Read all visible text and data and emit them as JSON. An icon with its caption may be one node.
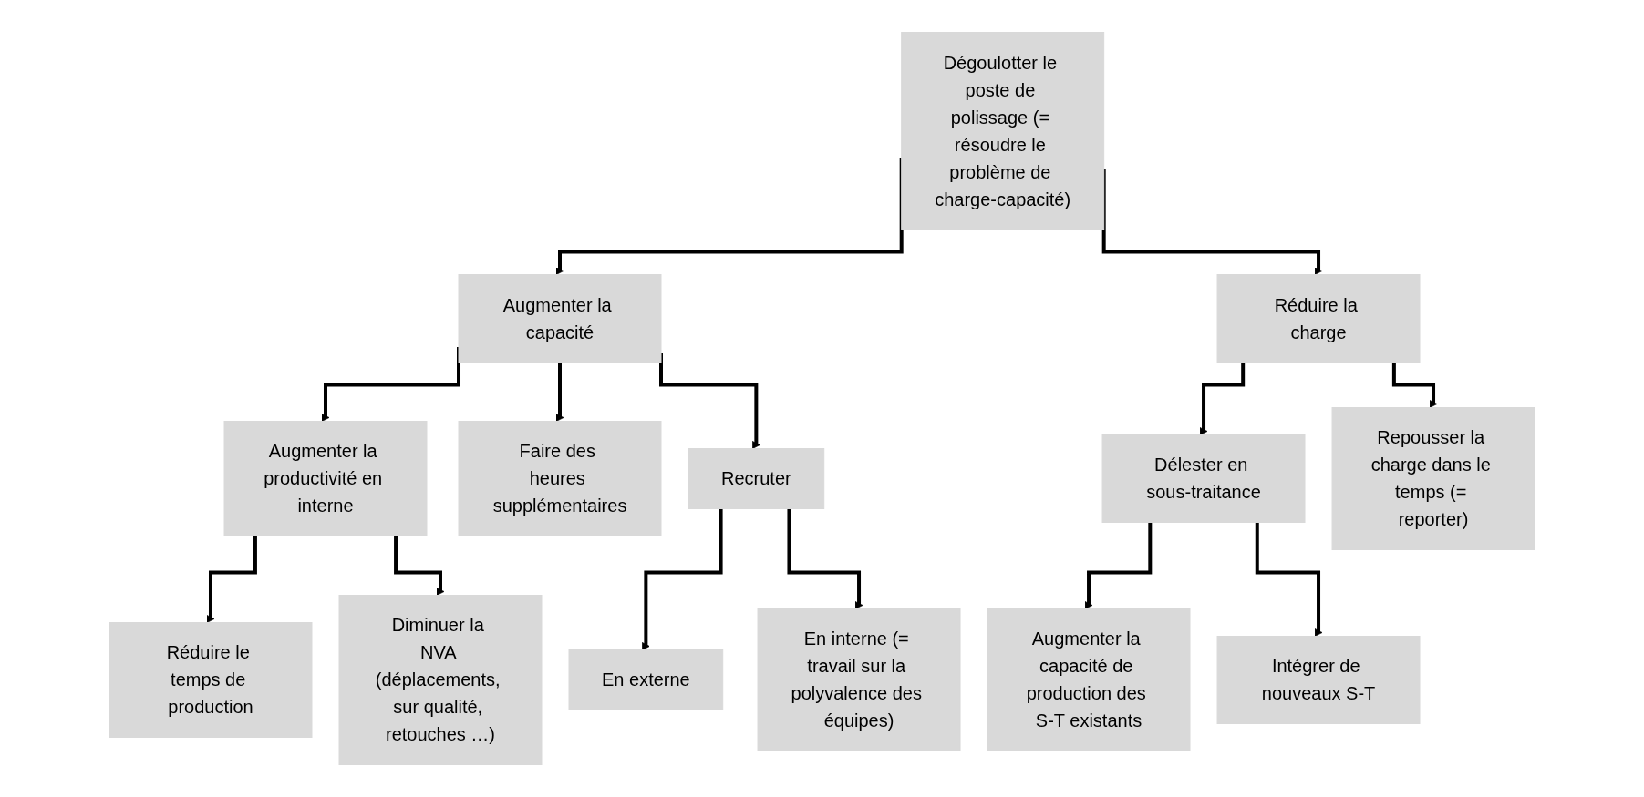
{
  "diagram": {
    "nodes": [
      {
        "text": [
          "Dégoulotter le poste de polissage (= résoudre le problème de charge-capacité)"
        ]
      },
      {
        "text": [
          "Augmenter la capacité"
        ]
      },
      {
        "text": [
          "Réduire la charge"
        ]
      },
      {
        "text": [
          "Augmenter la productivité en interne"
        ]
      },
      {
        "text": [
          "Faire des heures supplémentaires"
        ]
      },
      {
        "text": [
          "Recruter"
        ]
      },
      {
        "text": [
          "Réduire le temps de production"
        ]
      },
      {
        "text": [
          "Diminuer la NVA (déplacements, sur qualité, retouches …)"
        ]
      },
      {
        "text": [
          "En externe"
        ]
      },
      {
        "text": [
          "En interne (= travail sur la polyvalence des équipes)"
        ]
      },
      {
        "text": [
          "Délester en sous-traitance"
        ]
      },
      {
        "text": [
          "Repousser la charge dans le temps (= reporter)"
        ]
      },
      {
        "text": [
          "Augmenter la capacité de production des S-T existants"
        ]
      },
      {
        "text": [
          "Intégrer de nouveaux S-T"
        ]
      }
    ],
    "edges": [
      {
        "from": 0,
        "to": 1,
        "arrow": "to"
      },
      {
        "from": 0,
        "to": 2,
        "arrow": "to"
      },
      {
        "from": 1,
        "to": 3,
        "arrow": "to"
      },
      {
        "from": 1,
        "to": 4,
        "arrow": "to"
      },
      {
        "from": 1,
        "to": 5,
        "arrow": "to"
      },
      {
        "from": 2,
        "to": 10,
        "arrow": "to"
      },
      {
        "from": 2,
        "to": 11,
        "arrow": "to"
      },
      {
        "from": 3,
        "to": 6,
        "arrow": "to"
      },
      {
        "from": 3,
        "to": 7,
        "arrow": "to"
      },
      {
        "from": 5,
        "to": 8,
        "arrow": "to"
      },
      {
        "from": 5,
        "to": 9,
        "arrow": "to"
      },
      {
        "from": 10,
        "to": 12,
        "arrow": "to"
      },
      {
        "from": 10,
        "to": 13,
        "arrow": "to"
      }
    ]
  }
}
